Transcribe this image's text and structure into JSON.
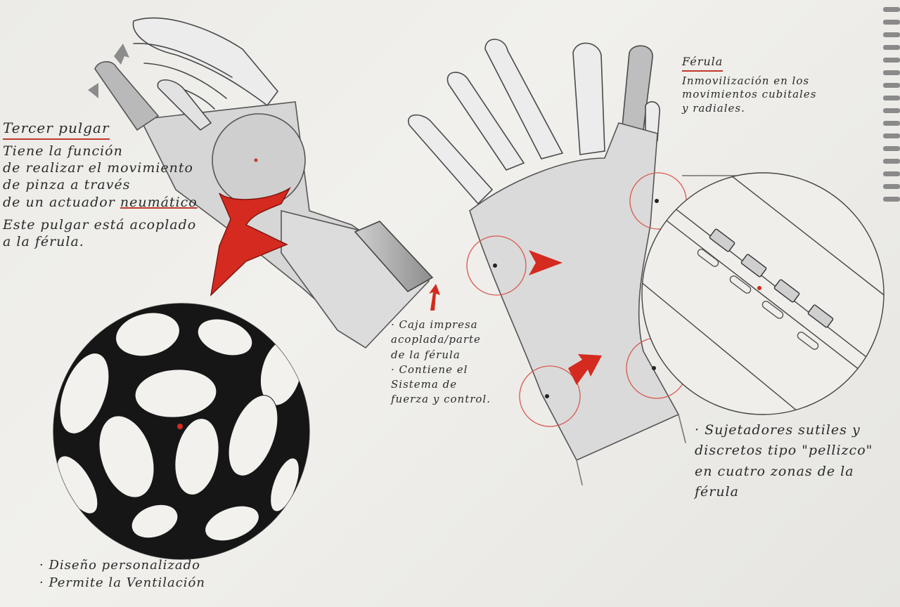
{
  "tercer_pulgar": {
    "title_word1": "Tercer",
    "title_word2": "pulgar",
    "lines": [
      "Tiene la función",
      "de realizar el movimiento",
      "de pinza a través",
      "de un actuador",
      "Este pulgar está acoplado",
      "a la férula."
    ],
    "emphasis": "neumático"
  },
  "caja": {
    "lines": [
      "· Caja impresa",
      "acoplada/parte",
      "de la férula",
      "· Contiene el",
      "Sistema de",
      "fuerza y control."
    ]
  },
  "ferula": {
    "title": "Férula",
    "lines": [
      "Inmovilización en los",
      "movimientos cubitales",
      "y radiales."
    ]
  },
  "sujetadores": {
    "lines": [
      "· Sujetadores sutiles y",
      "discretos tipo \"pellizco\"",
      "en cuatro zonas de la",
      "férula"
    ]
  },
  "diseno": {
    "lines": [
      "· Diseño personalizado",
      "· Permite la Ventilación"
    ]
  },
  "colors": {
    "paper": "#eeede9",
    "pencil": "#4a4a4a",
    "shade": "#bdbdbd",
    "accent_red": "#d42a1f",
    "ink_black": "#161616"
  },
  "icons": [
    "rotation-arrow-icon",
    "red-arrow-icon",
    "red-dot-icon",
    "clip-icon",
    "spiral-binding-icon"
  ]
}
